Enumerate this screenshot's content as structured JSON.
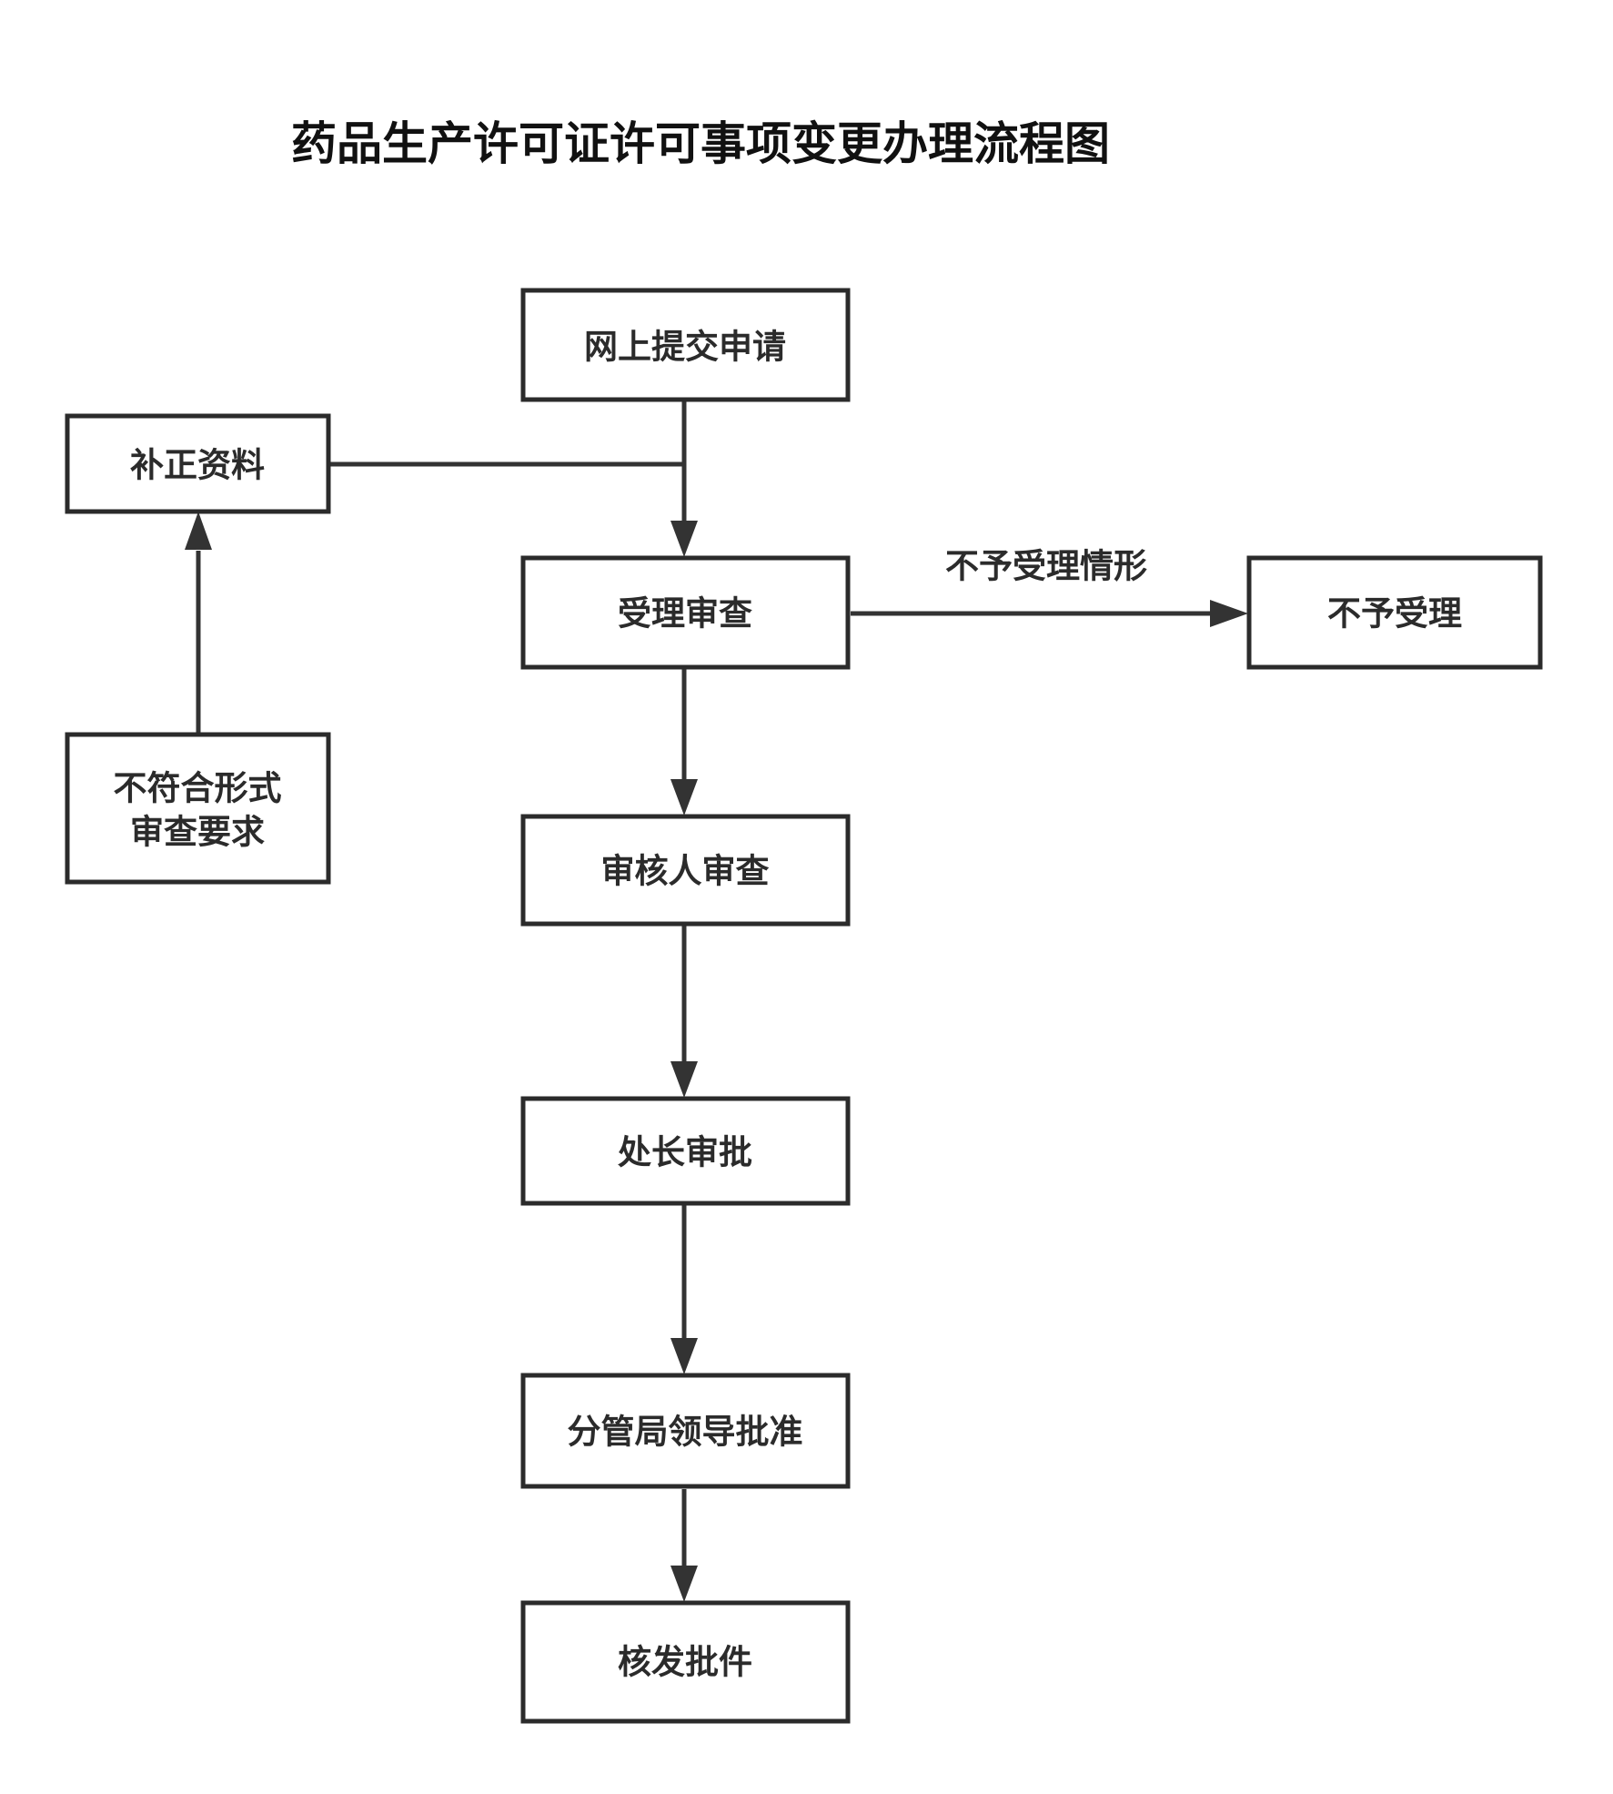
{
  "title": "药品生产许可证许可事项变更办理流程图",
  "nodes": {
    "online_submit": "网上提交申请",
    "supplement": "补正资料",
    "accept_review": "受理审查",
    "not_accepted": "不予受理",
    "not_compliant": [
      "不符合形式",
      "审查要求"
    ],
    "reviewer_review": "审核人审查",
    "director_approval": "处长审批",
    "leader_approval": "分管局领导批准",
    "issue_document": "核发批件"
  },
  "edge_labels": {
    "not_accepted_case": "不予受理情形"
  }
}
